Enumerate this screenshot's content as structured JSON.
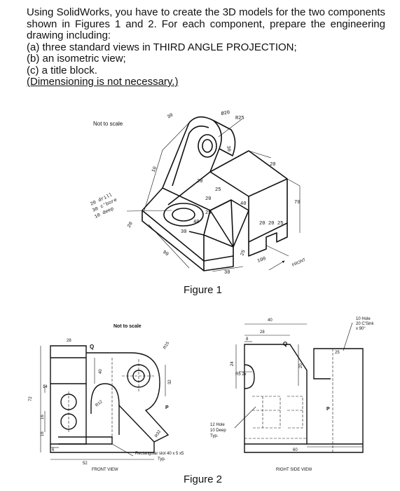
{
  "question": {
    "line1": "Using SolidWorks, you have to create the 3D models for the two components",
    "line2": "shown in Figures 1 and 2. For each component, prepare the engineering",
    "line3": "drawing including:",
    "item_a": "(a) three standard views in THIRD ANGLE PROJECTION;",
    "item_b": "(b) an isometric view;",
    "item_c": "(c) a title block.",
    "note": "(Dimensioning is not necessary.)"
  },
  "figure1": {
    "caption": "Figure 1",
    "scale_note": "Not to scale",
    "hole_note": [
      "20 drill",
      "30 c'bore",
      "10 deep"
    ],
    "front_label": "FRONT",
    "dims": [
      "30",
      "Ø20",
      "R25",
      "30",
      "20",
      "70",
      "10",
      "20",
      "25",
      "20",
      "40",
      "25",
      "40",
      "20",
      "20",
      "25",
      "90",
      "30",
      "100",
      "20",
      "25",
      "30"
    ]
  },
  "figure2": {
    "caption": "Figure 2",
    "scale_note": "Not to scale",
    "front_view_label": "FRONT VIEW",
    "right_view_label": "RIGHT SIDE VIEW",
    "slot_note": [
      "Rectangular slot 40 x 5 x5",
      "Typ."
    ],
    "hole_note": [
      "12 Hole",
      "10 Deep",
      "Typ."
    ],
    "sink_note": [
      "10 Hole",
      "20 C'Sink",
      "x 90°"
    ],
    "front_dims": {
      "w28": "28",
      "q": "Q",
      "r15": "R15",
      "d40": "40",
      "d32": "32",
      "r12": "R12",
      "p": "P",
      "r32": "R32",
      "d72": "72",
      "d14": "14",
      "d16a": "16",
      "d16b": "16",
      "d6": "6",
      "d52": "52"
    },
    "right_dims": {
      "d40": "40",
      "d28": "28",
      "d8": "8",
      "q": "Q",
      "d24": "24",
      "r5": "R5 2x",
      "d20": "20",
      "d25": "25",
      "p": "P",
      "d60": "60"
    }
  }
}
